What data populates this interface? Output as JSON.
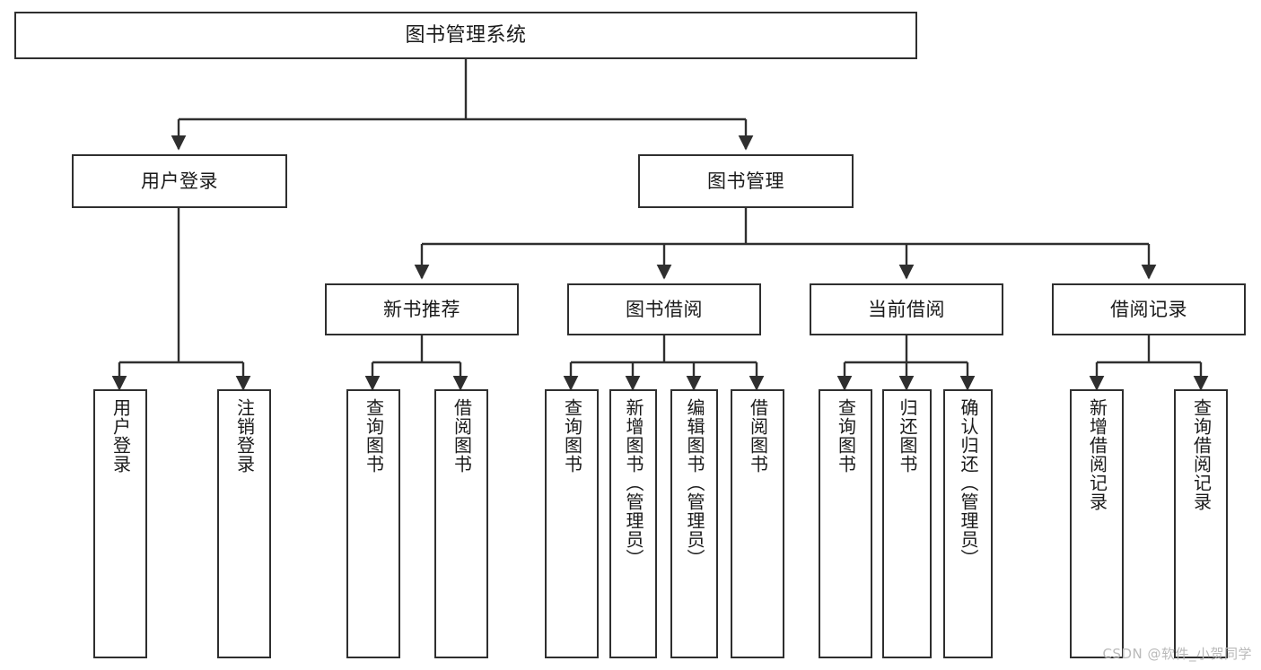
{
  "diagram": {
    "title": "图书管理系统",
    "type": "tree",
    "watermark": "CSDN @软件_小贺同学",
    "colors": {
      "stroke": "#2f2f2f",
      "fill": "#ffffff",
      "text": "#1a1a1a",
      "watermark": "#b9b9b9"
    },
    "nodes": {
      "root": {
        "label": "图书管理系统"
      },
      "level2": [
        {
          "id": "user-login",
          "label": "用户登录"
        },
        {
          "id": "book-manage",
          "label": "图书管理"
        }
      ],
      "level3": [
        {
          "id": "new-book-rec",
          "label": "新书推荐"
        },
        {
          "id": "book-borrow",
          "label": "图书借阅"
        },
        {
          "id": "current-borrow",
          "label": "当前借阅"
        },
        {
          "id": "borrow-record",
          "label": "借阅记录"
        }
      ],
      "leaves": [
        {
          "id": "leaf-user-login",
          "label": "用户登录",
          "parent": "user-login"
        },
        {
          "id": "leaf-logout",
          "label": "注销登录",
          "parent": "user-login"
        },
        {
          "id": "leaf-query-book-1",
          "label": "查询图书",
          "parent": "new-book-rec"
        },
        {
          "id": "leaf-borrow-book-1",
          "label": "借阅图书",
          "parent": "new-book-rec"
        },
        {
          "id": "leaf-query-book-2",
          "label": "查询图书",
          "parent": "book-borrow"
        },
        {
          "id": "leaf-add-book",
          "label": "新增图书（管理员）",
          "parent": "book-borrow"
        },
        {
          "id": "leaf-edit-book",
          "label": "编辑图书（管理员）",
          "parent": "book-borrow"
        },
        {
          "id": "leaf-borrow-book-2",
          "label": "借阅图书",
          "parent": "book-borrow"
        },
        {
          "id": "leaf-query-book-3",
          "label": "查询图书",
          "parent": "current-borrow"
        },
        {
          "id": "leaf-return-book",
          "label": "归还图书",
          "parent": "current-borrow"
        },
        {
          "id": "leaf-confirm-return",
          "label": "确认归还（管理员）",
          "parent": "current-borrow"
        },
        {
          "id": "leaf-add-record",
          "label": "新增借阅记录",
          "parent": "borrow-record"
        },
        {
          "id": "leaf-query-record",
          "label": "查询借阅记录",
          "parent": "borrow-record"
        }
      ]
    }
  }
}
